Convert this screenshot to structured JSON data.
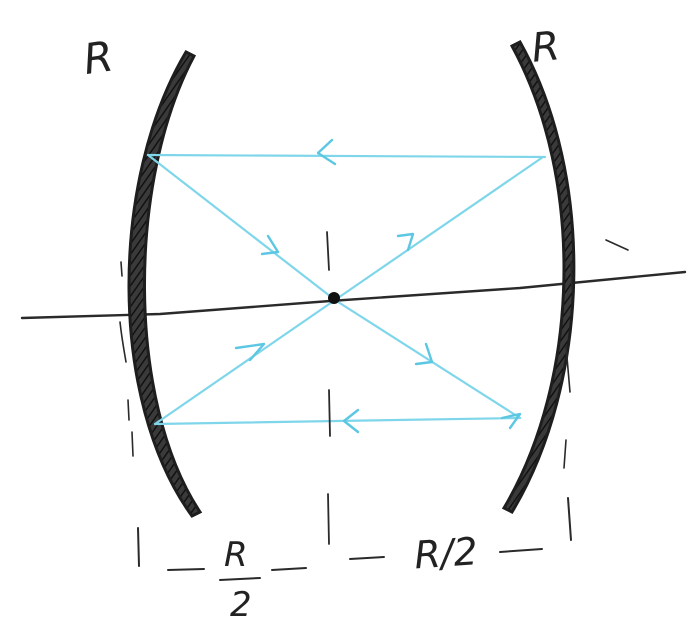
{
  "diagram": {
    "mirror_left_label": "R",
    "mirror_right_label": "R",
    "dim_left_numerator": "R",
    "dim_left_denominator": "2",
    "dim_right_label": "R/2",
    "colors": {
      "ink": "#2a2a2a",
      "ray": "#7fd6ea",
      "arrow": "#5cc7e2",
      "background": "#ffffff"
    }
  }
}
